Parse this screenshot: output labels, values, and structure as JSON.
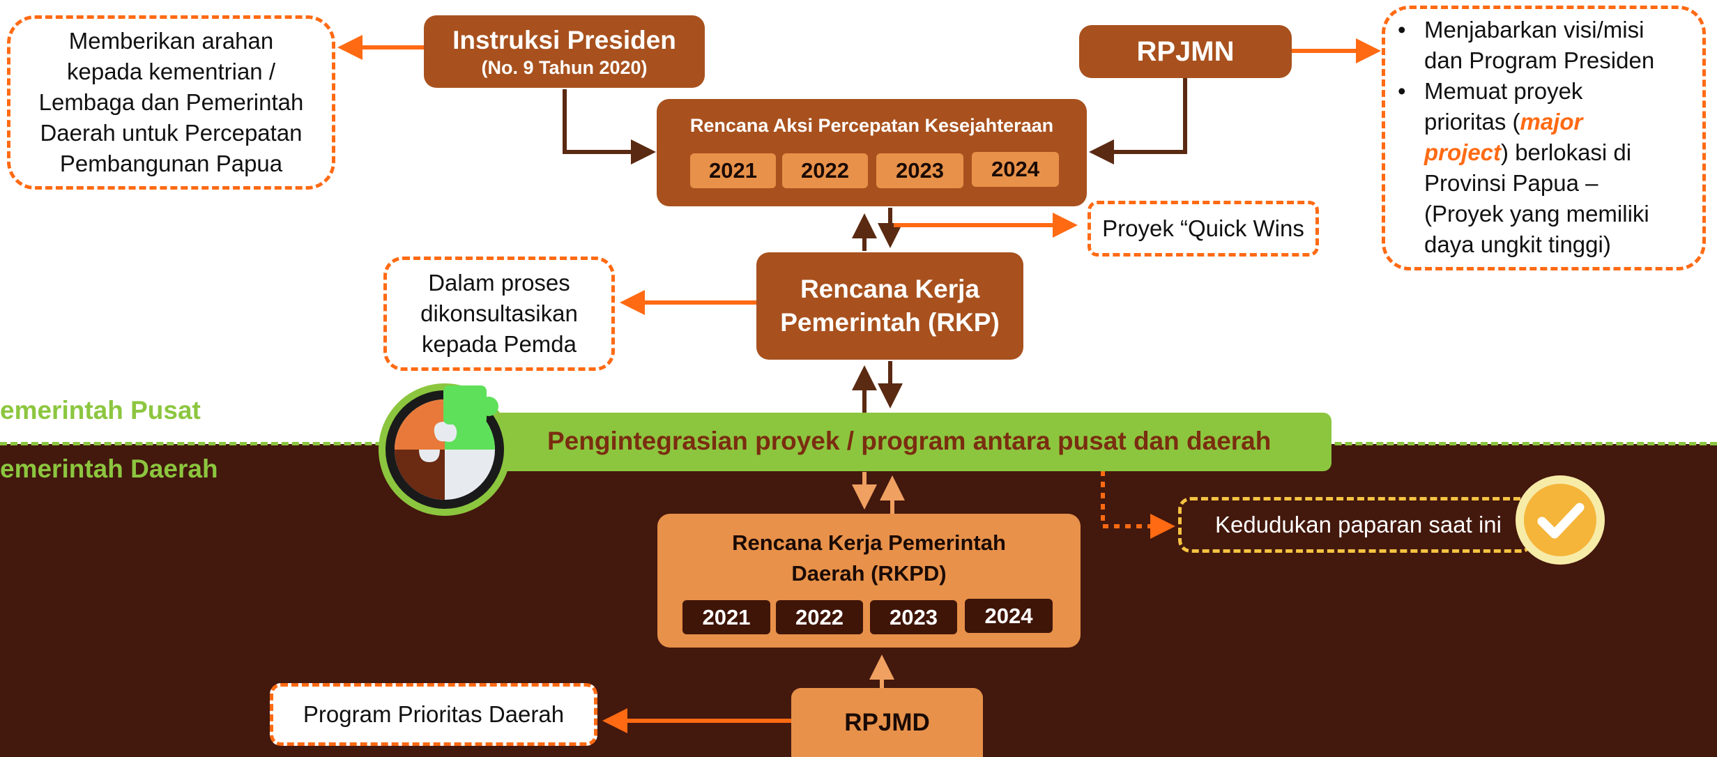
{
  "regions": {
    "top_label": "emerintah Pusat",
    "bottom_label": "emerintah Daerah"
  },
  "instruksi": {
    "title": "Instruksi Presiden",
    "subtitle": "(No. 9 Tahun 2020)"
  },
  "rpjmn": {
    "title": "RPJMN"
  },
  "rap": {
    "title": "Rencana Aksi Percepatan Kesejahteraan",
    "years": [
      "2021",
      "2022",
      "2023",
      "2024"
    ]
  },
  "rkp": {
    "title_line1": "Rencana Kerja",
    "title_line2": "Pemerintah (RKP)"
  },
  "integration": {
    "text": "Pengintegrasian proyek / program antara pusat dan daerah"
  },
  "rkpd": {
    "title_line1": "Rencana Kerja Pemerintah",
    "title_line2": "Daerah (RKPD)",
    "years": [
      "2021",
      "2022",
      "2023",
      "2024"
    ]
  },
  "rpjmd": {
    "title": "RPJMD"
  },
  "notes": {
    "arahan_lines": [
      "Memberikan arahan",
      "kepada kementrian /",
      "Lembaga dan Pemerintah",
      "Daerah untuk Percepatan",
      "Pembangunan Papua"
    ],
    "konsultasi_lines": [
      "Dalam proses",
      "dikonsultasikan",
      "kepada Pemda"
    ],
    "quick_wins": "Proyek “Quick Wins",
    "program_prioritas": "Program Prioritas Daerah",
    "kedudukan": "Kedudukan paparan saat ini",
    "rpjmn_bullet1_line1": "Menjabarkan visi/misi",
    "rpjmn_bullet1_line2": "dan Program Presiden",
    "rpjmn_bullet2_line1": "Memuat proyek",
    "rpjmn_bullet2_pre": "prioritas (",
    "rpjmn_bullet2_em1": "major",
    "rpjmn_bullet2_em2": "project",
    "rpjmn_bullet2_post": ") berlokasi di",
    "rpjmn_bullet2_line4": "Provinsi Papua –",
    "rpjmn_bullet2_line5": "(Proyek yang memiliki",
    "rpjmn_bullet2_line6": "daya ungkit tinggi)"
  },
  "colors": {
    "brown_box": "#a8511e",
    "orange_box": "#e8914a",
    "dark_brown": "#43180d",
    "green": "#8cc63f",
    "arrow_orange": "#ff6a13",
    "arrow_brown": "#5a2a12",
    "check_yellow": "#f5c342"
  },
  "icons": [
    "puzzle-icon",
    "checkmark-icon"
  ]
}
